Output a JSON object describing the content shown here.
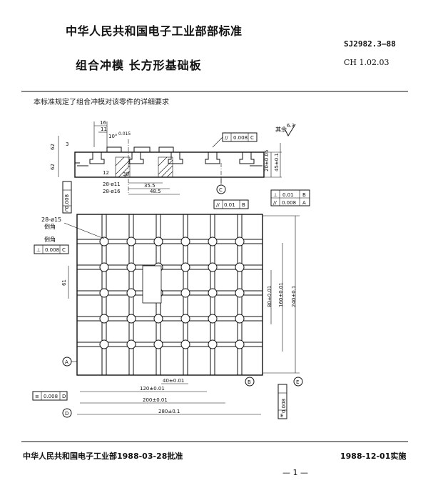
{
  "header": {
    "org": "中华人民共和国电子工业部部标准",
    "title": "组合冲模   长方形基础板",
    "code_sj": "SJ2982.3—88",
    "code_ch": "CH 1.02.03"
  },
  "intro": "本标准规定了组合冲模对该零件的详细要求",
  "drawing": {
    "top_dims": [
      "16",
      "11",
      "10°",
      "0.015",
      "62",
      "3",
      "12",
      "38",
      "35.5",
      "48.5",
      "28-ø11",
      "28-ø16"
    ],
    "right_dims": [
      "20±0.05",
      "45±0.1"
    ],
    "roughness_label": "其余",
    "roughness_value": "6.3",
    "tol_boxes": [
      "0.008",
      "0.01",
      "0.008",
      "0.008",
      "0.01",
      "0.008",
      "0.008",
      "0.008",
      "0.008"
    ],
    "datums": [
      "A",
      "B",
      "C",
      "D",
      "E",
      "C",
      "B",
      "A",
      "C",
      "D",
      "E"
    ],
    "hole_note": [
      "28-ø15",
      "倒角"
    ],
    "dims_horiz": [
      "40±0.01",
      "120±0.01",
      "200±0.01",
      "280±0.1"
    ],
    "dims_vert": [
      "61",
      "80±0.01",
      "160±0.01",
      "240±0.1"
    ],
    "side_label": "倒角"
  },
  "footer": {
    "approved": "中华人民共和国电子工业部1988-03-28批准",
    "implemented": "1988-12-01实施",
    "page": "— 1 —"
  }
}
